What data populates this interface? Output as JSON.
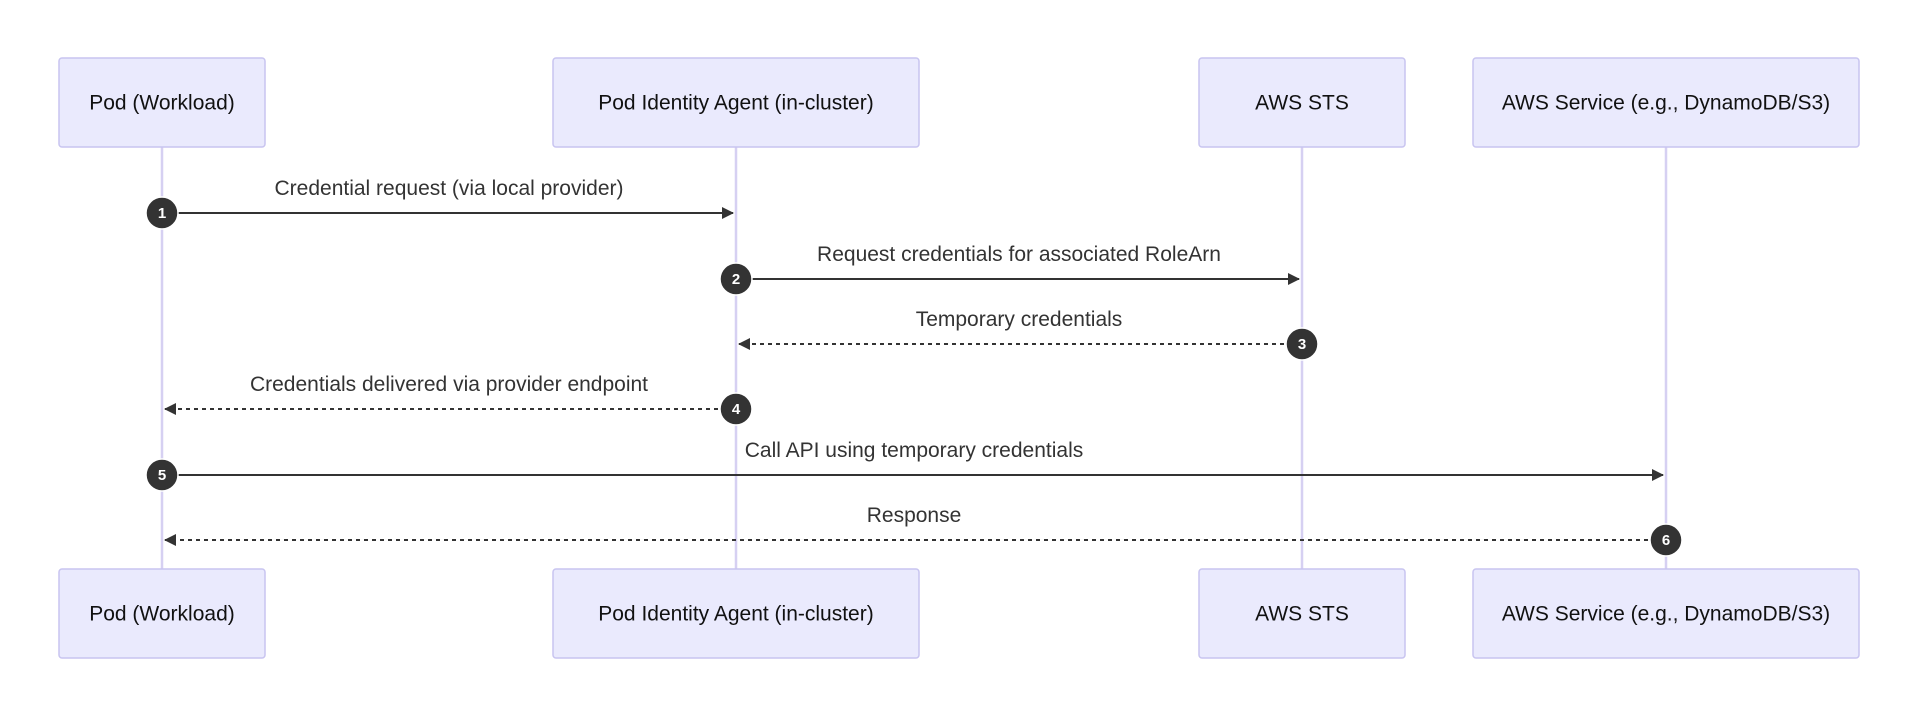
{
  "participants": [
    {
      "id": "pod",
      "label": "Pod (Workload)"
    },
    {
      "id": "agent",
      "label": "Pod Identity Agent (in-cluster)"
    },
    {
      "id": "sts",
      "label": "AWS STS"
    },
    {
      "id": "svc",
      "label": "AWS Service (e.g., DynamoDB/S3)"
    }
  ],
  "messages": [
    {
      "number": "1",
      "from": "pod",
      "to": "agent",
      "label": "Credential request (via local provider)",
      "style": "solid"
    },
    {
      "number": "2",
      "from": "agent",
      "to": "sts",
      "label": "Request credentials for associated RoleArn",
      "style": "solid"
    },
    {
      "number": "3",
      "from": "sts",
      "to": "agent",
      "label": "Temporary credentials",
      "style": "dashed"
    },
    {
      "number": "4",
      "from": "agent",
      "to": "pod",
      "label": "Credentials delivered via provider endpoint",
      "style": "dashed"
    },
    {
      "number": "5",
      "from": "pod",
      "to": "svc",
      "label": "Call API using temporary credentials",
      "style": "solid"
    },
    {
      "number": "6",
      "from": "svc",
      "to": "pod",
      "label": "Response",
      "style": "dashed"
    }
  ],
  "colors": {
    "actor_fill": "#eaeafd",
    "actor_border": "#c8c4f0",
    "lifeline": "#d6d0f2",
    "message": "#333333",
    "badge": "#333333"
  }
}
